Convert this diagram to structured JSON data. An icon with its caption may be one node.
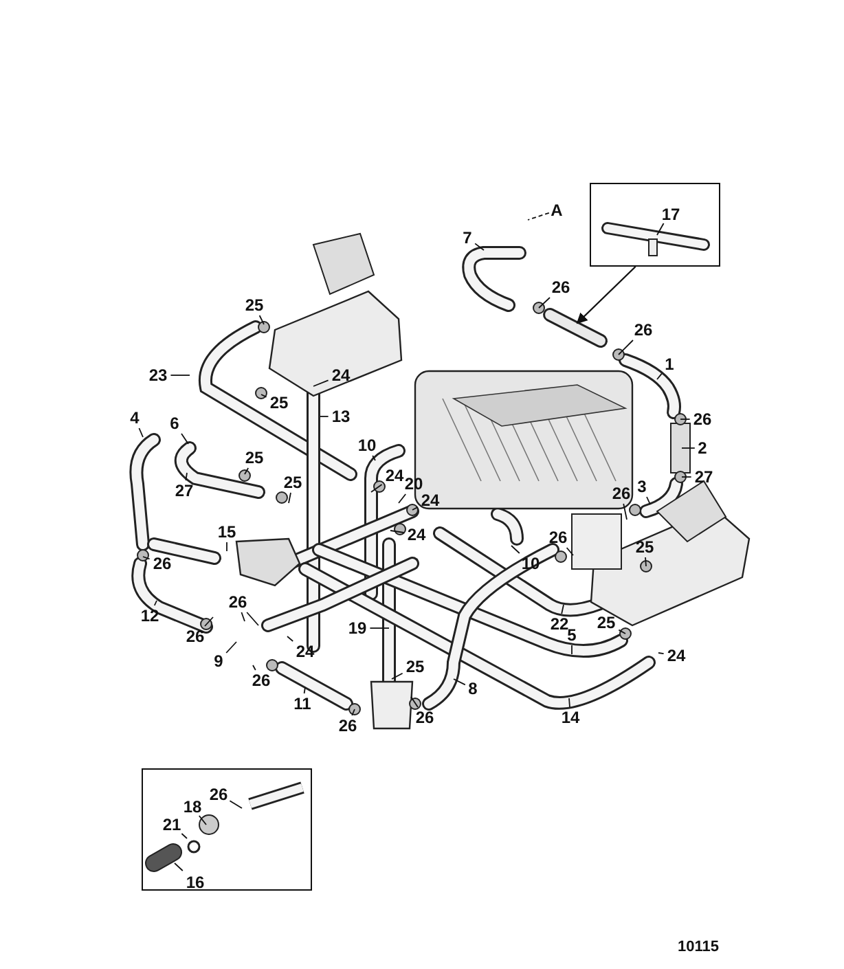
{
  "diagram": {
    "nodes": [
      {
        "text": [],
        "shape": "box"
      },
      {
        "text": [
          "17"
        ],
        "in": 0
      },
      {
        "text": [
          "A"
        ]
      },
      {
        "text": [
          "7"
        ]
      },
      {
        "text": [
          "26"
        ]
      },
      {
        "text": [
          "25"
        ]
      },
      {
        "text": [
          "26"
        ]
      },
      {
        "text": [
          "1"
        ]
      },
      {
        "text": [
          "23"
        ]
      },
      {
        "text": [
          "24"
        ]
      },
      {
        "text": [
          "25"
        ]
      },
      {
        "text": [
          "13"
        ]
      },
      {
        "text": [
          "4"
        ]
      },
      {
        "text": [
          "6"
        ]
      },
      {
        "text": [
          "26"
        ]
      },
      {
        "text": [
          "10"
        ]
      },
      {
        "text": [
          "2"
        ]
      },
      {
        "text": [
          "25"
        ]
      },
      {
        "text": [
          "24"
        ]
      },
      {
        "text": [
          "27"
        ]
      },
      {
        "text": [
          "20"
        ]
      },
      {
        "text": [
          "25"
        ]
      },
      {
        "text": [
          "3"
        ]
      },
      {
        "text": [
          "27"
        ]
      },
      {
        "text": [
          "26"
        ]
      },
      {
        "text": [
          "24"
        ]
      },
      {
        "text": [
          "15"
        ]
      },
      {
        "text": [
          "24"
        ]
      },
      {
        "text": [
          "26"
        ]
      },
      {
        "text": [
          "25"
        ]
      },
      {
        "text": [
          "10"
        ]
      },
      {
        "text": [
          "26"
        ]
      },
      {
        "text": [
          "26"
        ]
      },
      {
        "text": [
          "12"
        ]
      },
      {
        "text": [
          "22"
        ]
      },
      {
        "text": [
          "25"
        ]
      },
      {
        "text": [
          "19"
        ]
      },
      {
        "text": [
          "5"
        ]
      },
      {
        "text": [
          "26"
        ]
      },
      {
        "text": [
          "24"
        ]
      },
      {
        "text": [
          "24"
        ]
      },
      {
        "text": [
          "9"
        ]
      },
      {
        "text": [
          "25"
        ]
      },
      {
        "text": [
          "26"
        ]
      },
      {
        "text": [
          "8"
        ]
      },
      {
        "text": [
          "11"
        ]
      },
      {
        "text": [
          "26"
        ]
      },
      {
        "text": [
          "14"
        ]
      },
      {
        "text": [
          "26"
        ]
      },
      {
        "text": [],
        "shape": "box"
      },
      {
        "text": [
          "26"
        ],
        "in": 49
      },
      {
        "text": [
          "18"
        ],
        "in": 49
      },
      {
        "text": [
          "21"
        ],
        "in": 49
      },
      {
        "text": [
          "16"
        ],
        "in": 49
      },
      {
        "text": [],
        "shape": "picture"
      },
      {
        "text": [],
        "shape": "picture",
        "in": 49
      }
    ],
    "edges": [
      {
        "from": 0,
        "to": 54,
        "arrow": "to"
      },
      {
        "from": 1,
        "to": null,
        "arrow": "none"
      },
      {
        "from": 2,
        "to": null,
        "arrow": "none",
        "style": "dashed"
      },
      {
        "from": 3,
        "to": null,
        "arrow": "none"
      },
      {
        "from": 4,
        "to": null,
        "arrow": "none"
      },
      {
        "from": 5,
        "to": null,
        "arrow": "none"
      },
      {
        "from": 6,
        "to": null,
        "arrow": "none"
      },
      {
        "from": 7,
        "to": null,
        "arrow": "none"
      },
      {
        "from": 8,
        "to": null,
        "arrow": "none"
      },
      {
        "from": 9,
        "to": null,
        "arrow": "none"
      },
      {
        "from": 10,
        "to": null,
        "arrow": "none"
      },
      {
        "from": 11,
        "to": null,
        "arrow": "none"
      },
      {
        "from": 12,
        "to": null,
        "arrow": "none"
      },
      {
        "from": 13,
        "to": null,
        "arrow": "none"
      },
      {
        "from": 14,
        "to": null,
        "arrow": "none"
      },
      {
        "from": 15,
        "to": null,
        "arrow": "none"
      },
      {
        "from": 16,
        "to": null,
        "arrow": "none"
      },
      {
        "from": 17,
        "to": null,
        "arrow": "none"
      },
      {
        "from": 18,
        "to": null,
        "arrow": "none"
      },
      {
        "from": 19,
        "to": null,
        "arrow": "none"
      },
      {
        "from": 20,
        "to": null,
        "arrow": "none"
      },
      {
        "from": 21,
        "to": null,
        "arrow": "none"
      },
      {
        "from": 22,
        "to": null,
        "arrow": "none"
      },
      {
        "from": 23,
        "to": null,
        "arrow": "none"
      },
      {
        "from": 24,
        "to": null,
        "arrow": "none"
      },
      {
        "from": 25,
        "to": null,
        "arrow": "none"
      },
      {
        "from": 26,
        "to": null,
        "arrow": "none"
      },
      {
        "from": 27,
        "to": null,
        "arrow": "none"
      },
      {
        "from": 28,
        "to": null,
        "arrow": "none"
      },
      {
        "from": 29,
        "to": null,
        "arrow": "none"
      },
      {
        "from": 30,
        "to": null,
        "arrow": "none"
      },
      {
        "from": 31,
        "to": null,
        "arrow": "none"
      },
      {
        "from": 32,
        "to": null,
        "arrow": "none"
      },
      {
        "from": 32,
        "to": null,
        "arrow": "none"
      },
      {
        "from": 33,
        "to": null,
        "arrow": "none"
      },
      {
        "from": 34,
        "to": null,
        "arrow": "none"
      },
      {
        "from": 35,
        "to": null,
        "arrow": "none"
      },
      {
        "from": 36,
        "to": null,
        "arrow": "none"
      },
      {
        "from": 37,
        "to": null,
        "arrow": "none"
      },
      {
        "from": 38,
        "to": null,
        "arrow": "none"
      },
      {
        "from": 39,
        "to": null,
        "arrow": "none"
      },
      {
        "from": 40,
        "to": null,
        "arrow": "none"
      },
      {
        "from": 41,
        "to": null,
        "arrow": "none"
      },
      {
        "from": 42,
        "to": null,
        "arrow": "none"
      },
      {
        "from": 43,
        "to": null,
        "arrow": "none"
      },
      {
        "from": 44,
        "to": null,
        "arrow": "none"
      },
      {
        "from": 45,
        "to": null,
        "arrow": "none"
      },
      {
        "from": 46,
        "to": null,
        "arrow": "none"
      },
      {
        "from": 47,
        "to": null,
        "arrow": "none"
      },
      {
        "from": 48,
        "to": null,
        "arrow": "none"
      },
      {
        "from": 50,
        "to": null,
        "arrow": "none"
      },
      {
        "from": 51,
        "to": null,
        "arrow": "none"
      },
      {
        "from": 52,
        "to": null,
        "arrow": "none"
      },
      {
        "from": 53,
        "to": 55,
        "arrow": "none"
      }
    ],
    "labels": [
      "10115"
    ]
  }
}
